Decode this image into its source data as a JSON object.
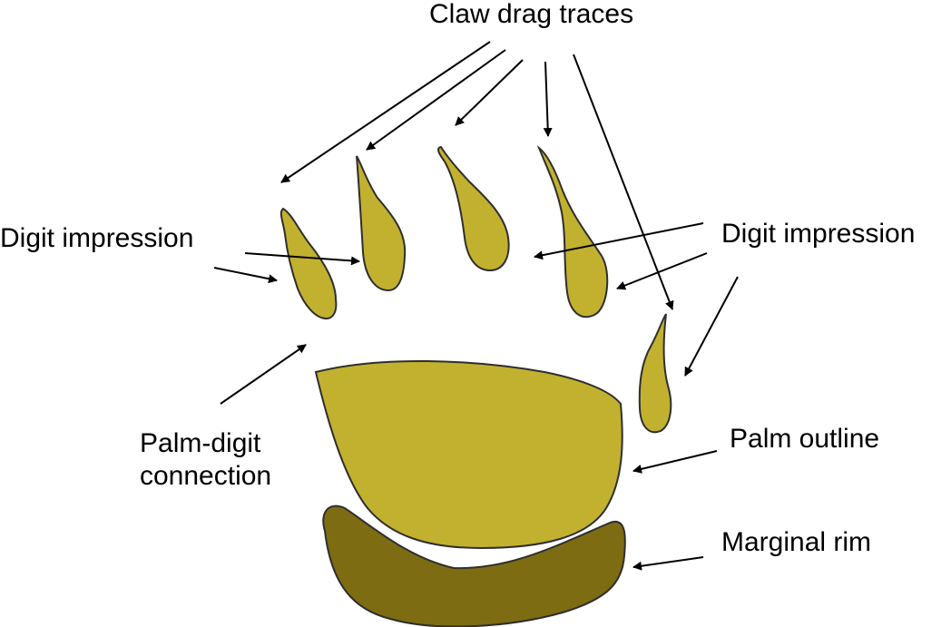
{
  "labels": {
    "claw_drag_traces": "Claw drag traces",
    "digit_impression_left": "Digit impression",
    "digit_impression_right": "Digit impression",
    "palm_digit_connection_line1": "Palm-digit",
    "palm_digit_connection_line2": "connection",
    "palm_outline": "Palm outline",
    "marginal_rim": "Marginal rim"
  },
  "colors": {
    "digit_fill": "#c2b12f",
    "palm_fill": "#c2b12f",
    "rim_fill": "#7d6c12",
    "outline": "#2e2e2e",
    "arrow": "#000000"
  }
}
